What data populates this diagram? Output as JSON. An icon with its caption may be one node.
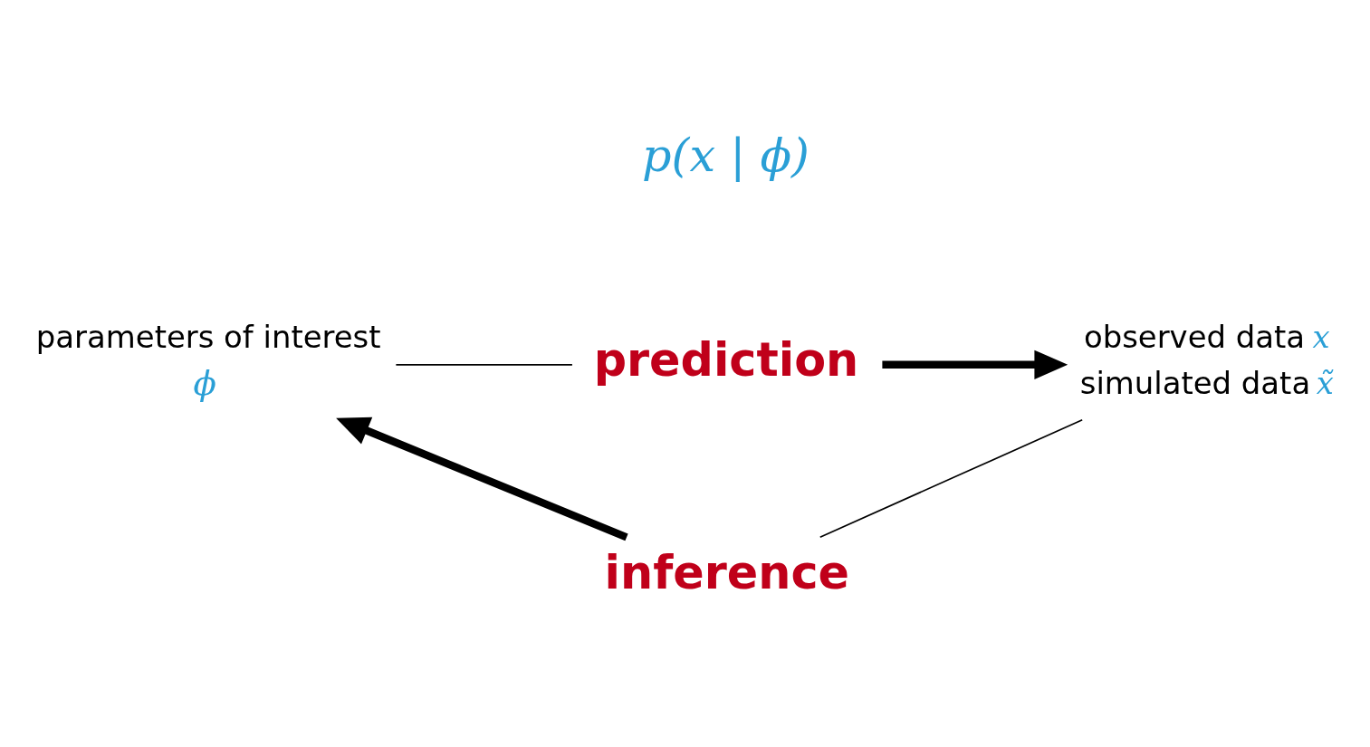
{
  "diagram": {
    "nodes": [
      {
        "text": [
          "parameters of interest",
          "ϕ"
        ]
      },
      {
        "text": [
          "observed data x",
          "simulated data x̃"
        ]
      },
      {
        "text": [
          "prediction"
        ]
      },
      {
        "text": [
          "inference"
        ]
      }
    ],
    "edges": [
      {
        "from": 0,
        "to": 2,
        "arrow": "none"
      },
      {
        "from": 2,
        "to": 1,
        "arrow": "to",
        "style": "thick"
      },
      {
        "from": 1,
        "to": 3,
        "arrow": "none"
      },
      {
        "from": 3,
        "to": 0,
        "arrow": "to",
        "style": "thick"
      }
    ],
    "labels": [
      "p(x | ϕ)"
    ]
  }
}
